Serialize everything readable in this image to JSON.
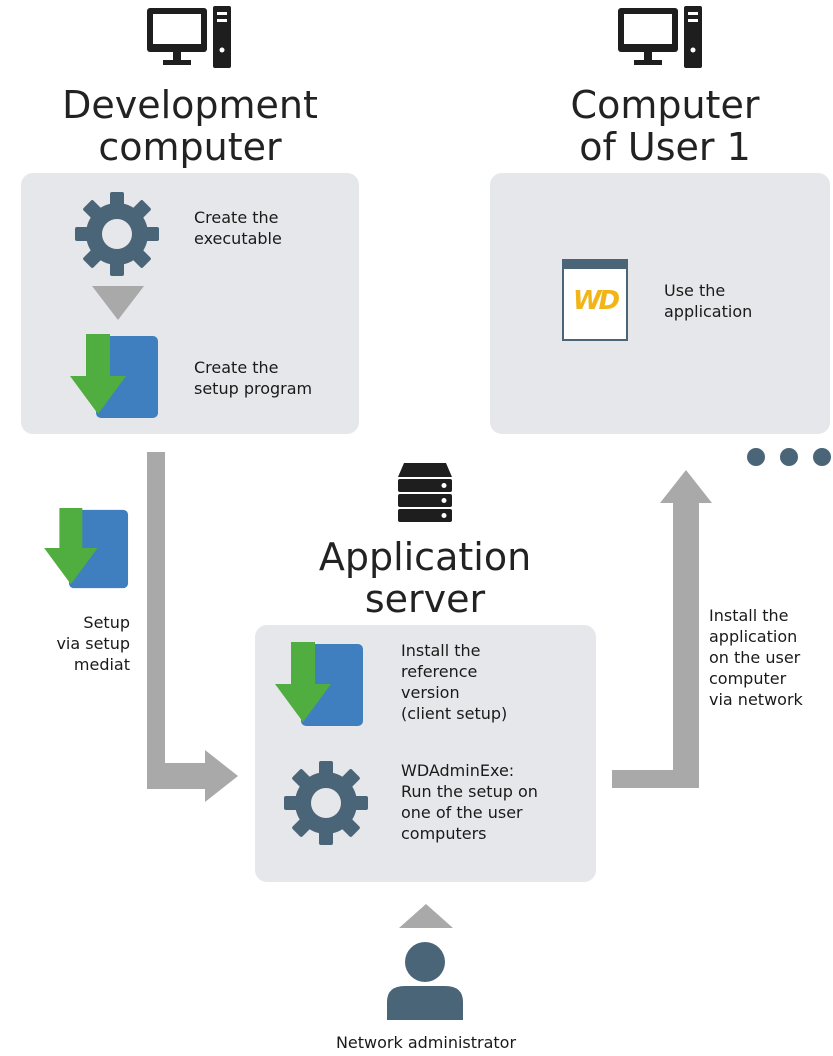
{
  "development": {
    "title_line1": "Development",
    "title_line2": "computer",
    "step1": "Create the\nexecutable",
    "step2": "Create the\nsetup program"
  },
  "user_computer": {
    "title_line1": "Computer",
    "title_line2": "of User 1",
    "logo_text": "WD",
    "step": "Use the\napplication"
  },
  "server": {
    "title_line1": "Application",
    "title_line2": "server",
    "step1": "Install the\nreference\nversion\n(client setup)",
    "step2": "WDAdminExe:\nRun the setup on\none of the user\ncomputers"
  },
  "media_label": "Setup\nvia setup\nmediat",
  "network_label": "Install the\napplication\non the user\ncomputer\nvia network",
  "admin_label": "Network administrator",
  "colors": {
    "panel": "#e6e7ea",
    "arrow": "#a9a9a9",
    "gear": "#4a6478",
    "install_green": "#4fae3f",
    "install_blue": "#3f7fbf",
    "wd_yellow": "#f2b517",
    "dark_icon": "#1e1e1e"
  }
}
